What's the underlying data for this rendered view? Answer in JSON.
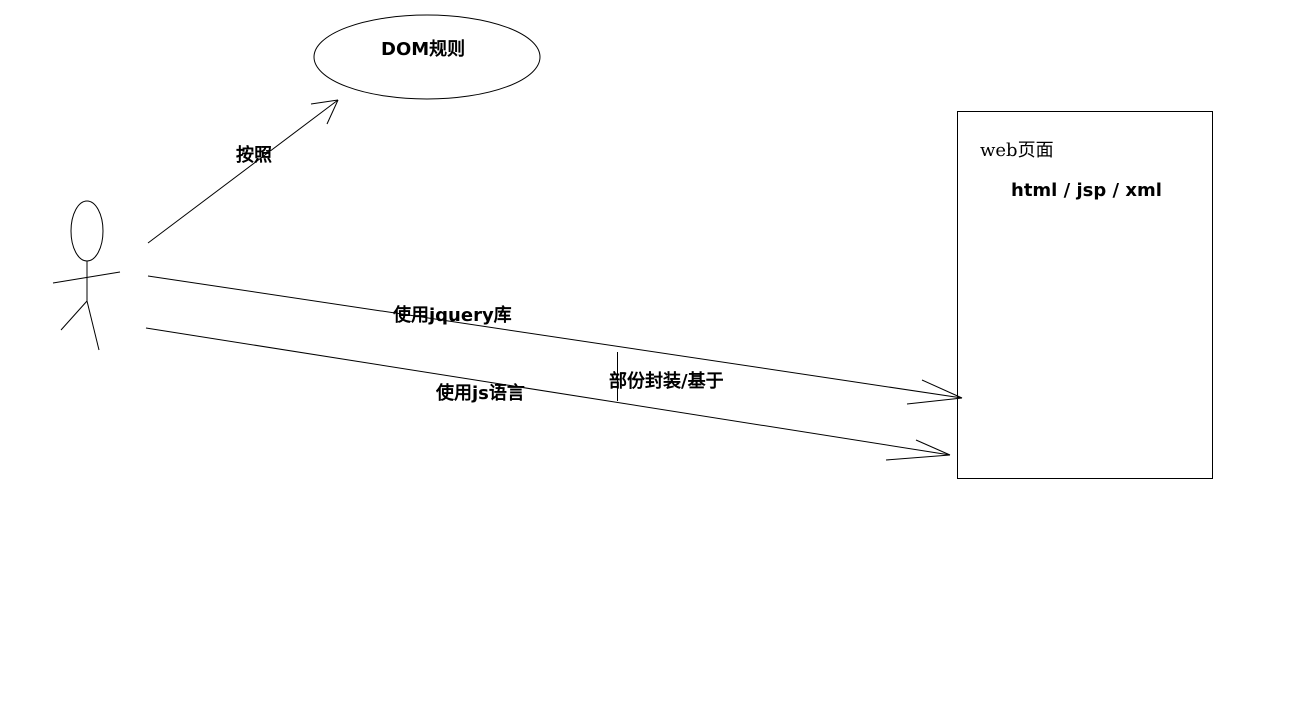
{
  "diagram": {
    "nodes": {
      "dom_rules": {
        "label": "DOM规则",
        "shape": "ellipse"
      },
      "web_page": {
        "title": "web页面",
        "content": "html / jsp / xml",
        "shape": "rectangle"
      },
      "actor": {
        "shape": "stick-figure"
      }
    },
    "edges": {
      "follow": {
        "label": "按照",
        "from": "actor",
        "to": "dom_rules"
      },
      "use_jquery": {
        "label": "使用jquery库",
        "from": "actor",
        "to": "web_page"
      },
      "use_js": {
        "label": "使用js语言",
        "from": "actor",
        "to": "web_page"
      },
      "relation": {
        "label": "部份封装/基于",
        "between": [
          "use_jquery",
          "use_js"
        ]
      }
    }
  }
}
